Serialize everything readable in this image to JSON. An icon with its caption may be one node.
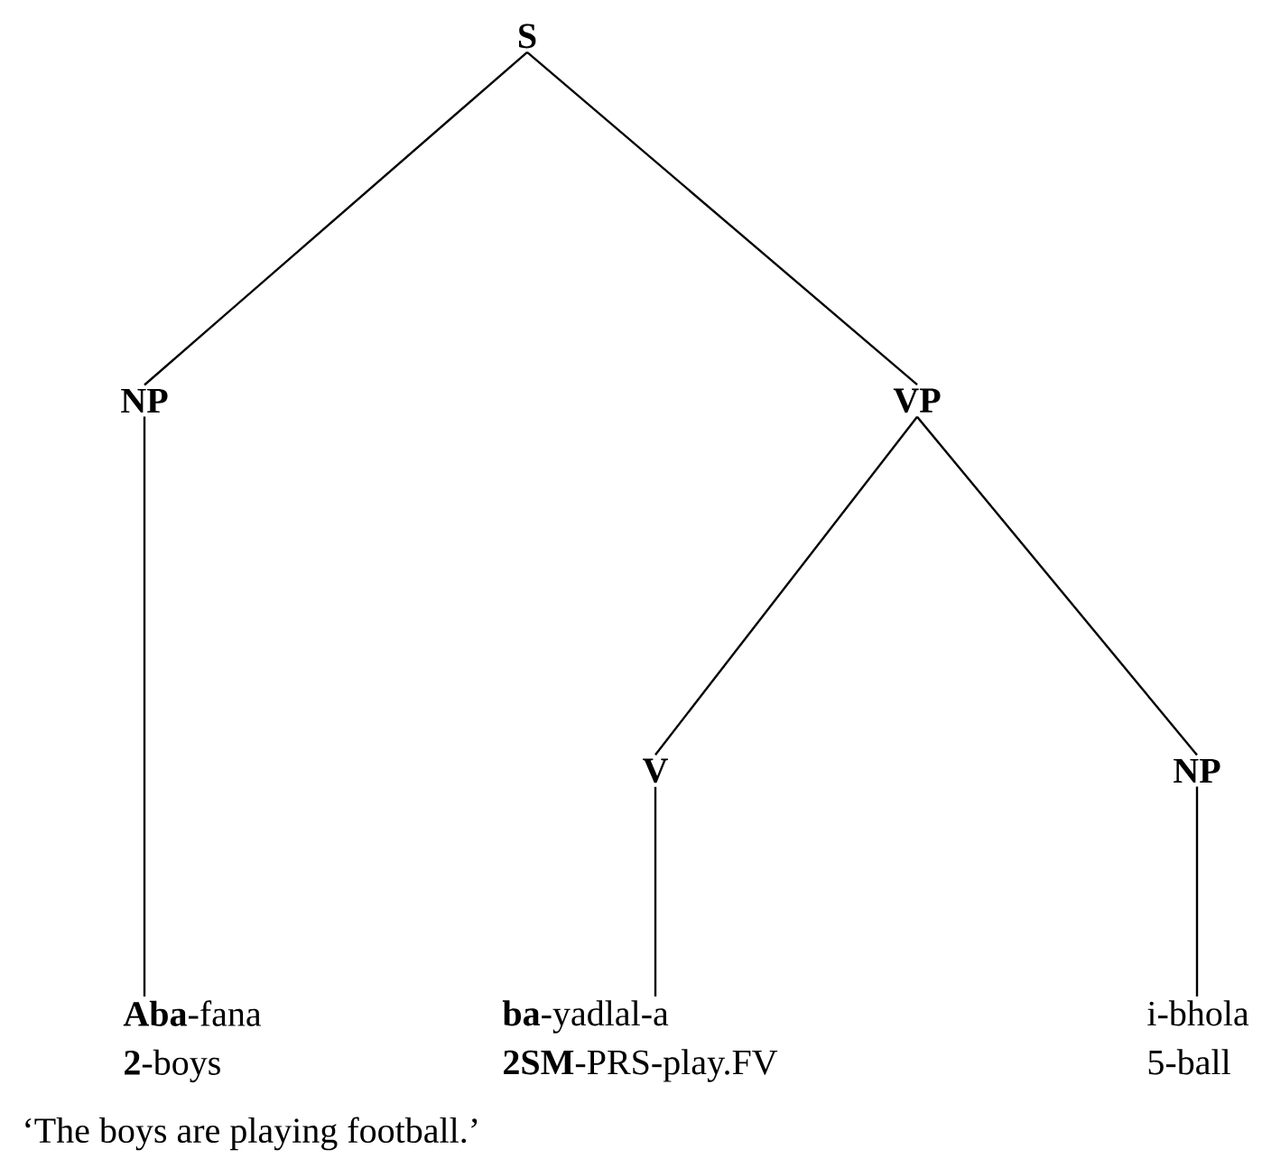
{
  "diagram": {
    "caption": "‘The boys are playing football.’",
    "nodes": [
      {
        "text": [
          "S"
        ]
      },
      {
        "text": [
          "NP"
        ]
      },
      {
        "text": [
          "VP"
        ]
      },
      {
        "text": [
          "V"
        ]
      },
      {
        "text": [
          "NP"
        ]
      },
      {
        "text": [
          "**Aba**-fana",
          "**2**-boys"
        ]
      },
      {
        "text": [
          "**ba**-yadlal-a",
          "**2SM**-PRS-play.FV"
        ]
      },
      {
        "text": [
          "i-bhola",
          "5-ball"
        ]
      }
    ],
    "edges": [
      {
        "from": 0,
        "to": 1,
        "arrow": "none"
      },
      {
        "from": 0,
        "to": 2,
        "arrow": "none"
      },
      {
        "from": 1,
        "to": 5,
        "arrow": "none"
      },
      {
        "from": 2,
        "to": 3,
        "arrow": "none"
      },
      {
        "from": 2,
        "to": 4,
        "arrow": "none"
      },
      {
        "from": 3,
        "to": 6,
        "arrow": "none"
      },
      {
        "from": 4,
        "to": 7,
        "arrow": "none"
      }
    ]
  }
}
